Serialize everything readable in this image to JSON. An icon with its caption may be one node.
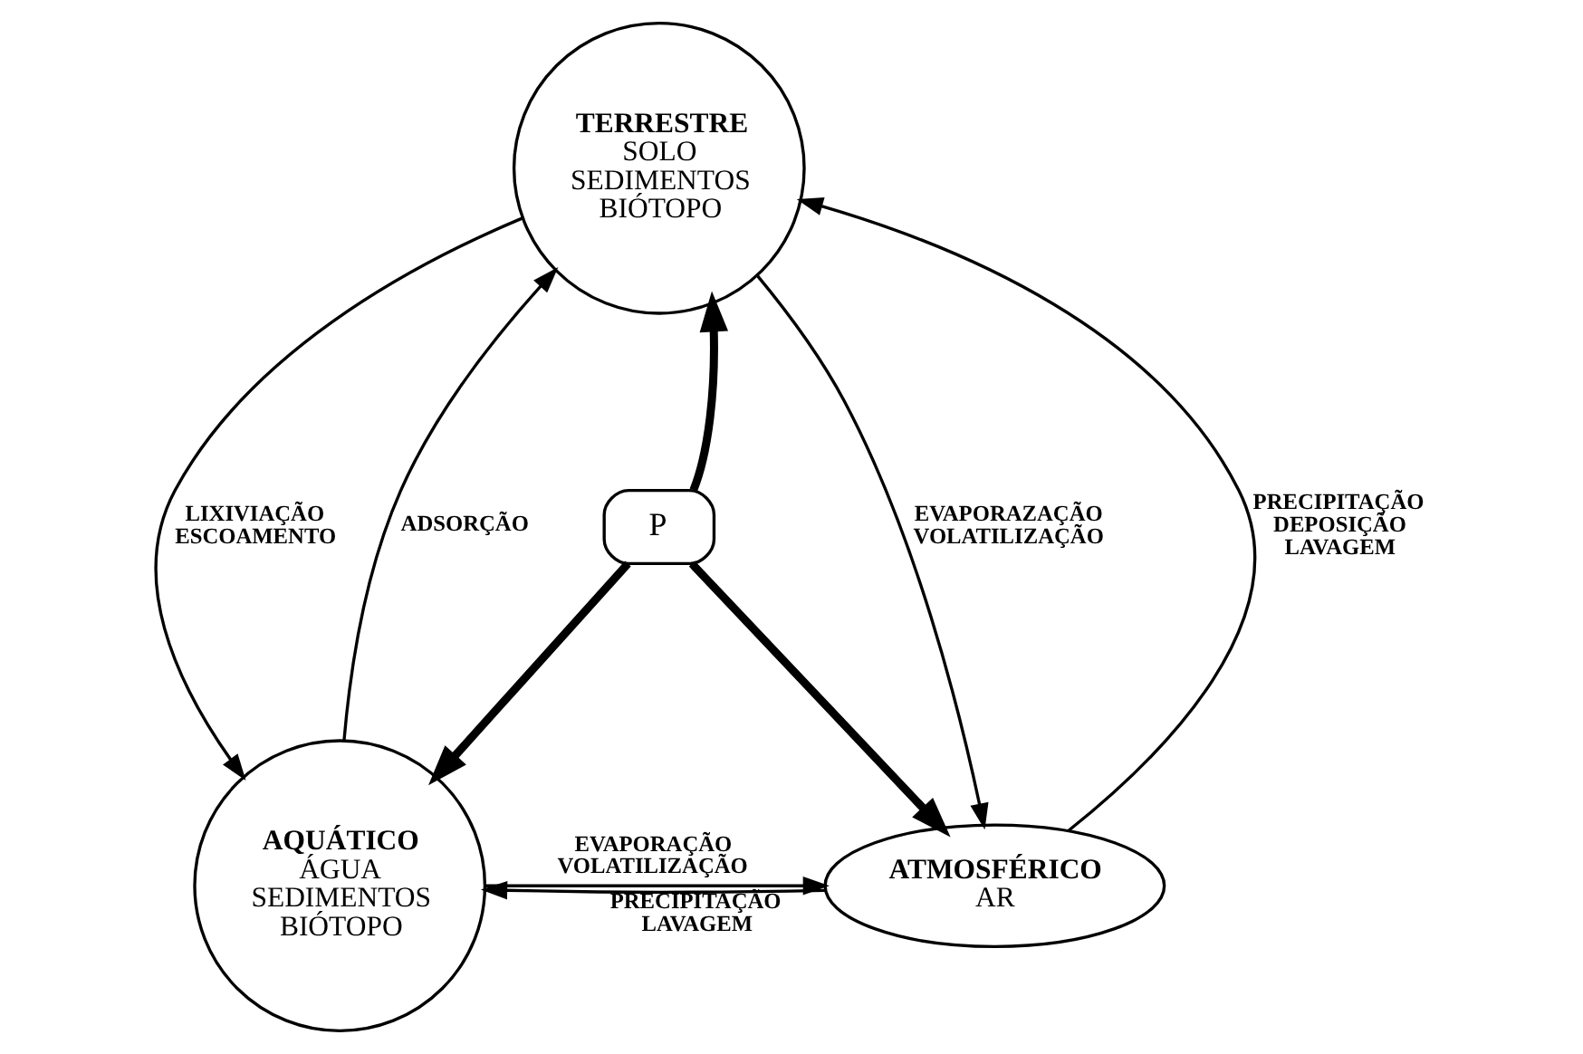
{
  "diagram": {
    "nodes": [
      {
        "text": [
          "TERRESTRE",
          "SOLO SEDIMENTOS BIÓTOPO"
        ]
      },
      {
        "text": [
          "AQUÁTICO",
          "ÁGUA SEDIMENTOS BIÓTOPO"
        ]
      },
      {
        "text": [
          "ATMOSFÉRICO",
          "AR"
        ]
      },
      {
        "text": [
          "P"
        ]
      }
    ],
    "edges": [
      {
        "from": 1,
        "to": 0,
        "arrow": "to",
        "label": "ADSORÇÃO"
      },
      {
        "from": 0,
        "to": 1,
        "arrow": "to",
        "label": "LIXIVIAÇÃO ESCOAMENTO"
      },
      {
        "from": 2,
        "to": 0,
        "arrow": "to",
        "label": "PRECIPITAÇÃO DEPOSIÇÃO LAVAGEM"
      },
      {
        "from": 0,
        "to": 2,
        "arrow": "to",
        "label": "EVAPORAZAÇÃO VOLATILIZAÇÃO"
      },
      {
        "from": 1,
        "to": 2,
        "arrow": "to",
        "label": "EVAPORAÇÃO VOLATILIZAÇÃO"
      },
      {
        "from": 2,
        "to": 1,
        "arrow": "to",
        "label": "PRECIPITAÇÃO LAVAGEM"
      },
      {
        "from": 3,
        "to": 0,
        "arrow": "to",
        "style": "thick"
      },
      {
        "from": 3,
        "to": 1,
        "arrow": "to",
        "style": "thick"
      },
      {
        "from": 3,
        "to": 2,
        "arrow": "to",
        "style": "thick"
      }
    ]
  }
}
